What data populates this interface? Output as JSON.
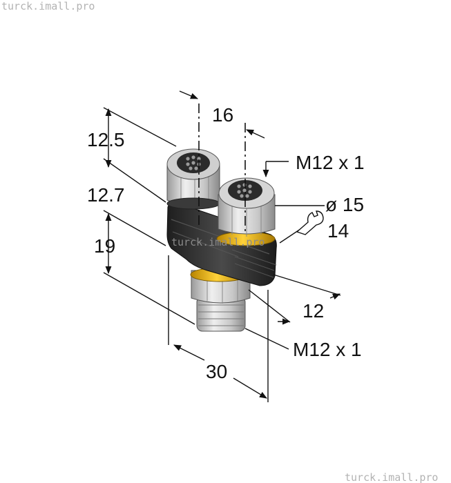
{
  "watermark": {
    "top": "turck.imall.pro",
    "middle": "turck.imall.pro",
    "bottom": "turck.imall.pro"
  },
  "dimensions": {
    "pitch": "16",
    "upper_connector_height": "12.5",
    "thread_top": "M12 x 1",
    "body_offset": "12.7",
    "nut_diameter": "ø 15",
    "wrench_size": "14",
    "lower_height": "19",
    "thickness": "12",
    "thread_bottom": "M12 x 1",
    "overall_width": "30"
  },
  "colors": {
    "body": "#2e2e2e",
    "nut": "#d4d4d4",
    "ring": "#f2b705",
    "line": "#111111"
  }
}
